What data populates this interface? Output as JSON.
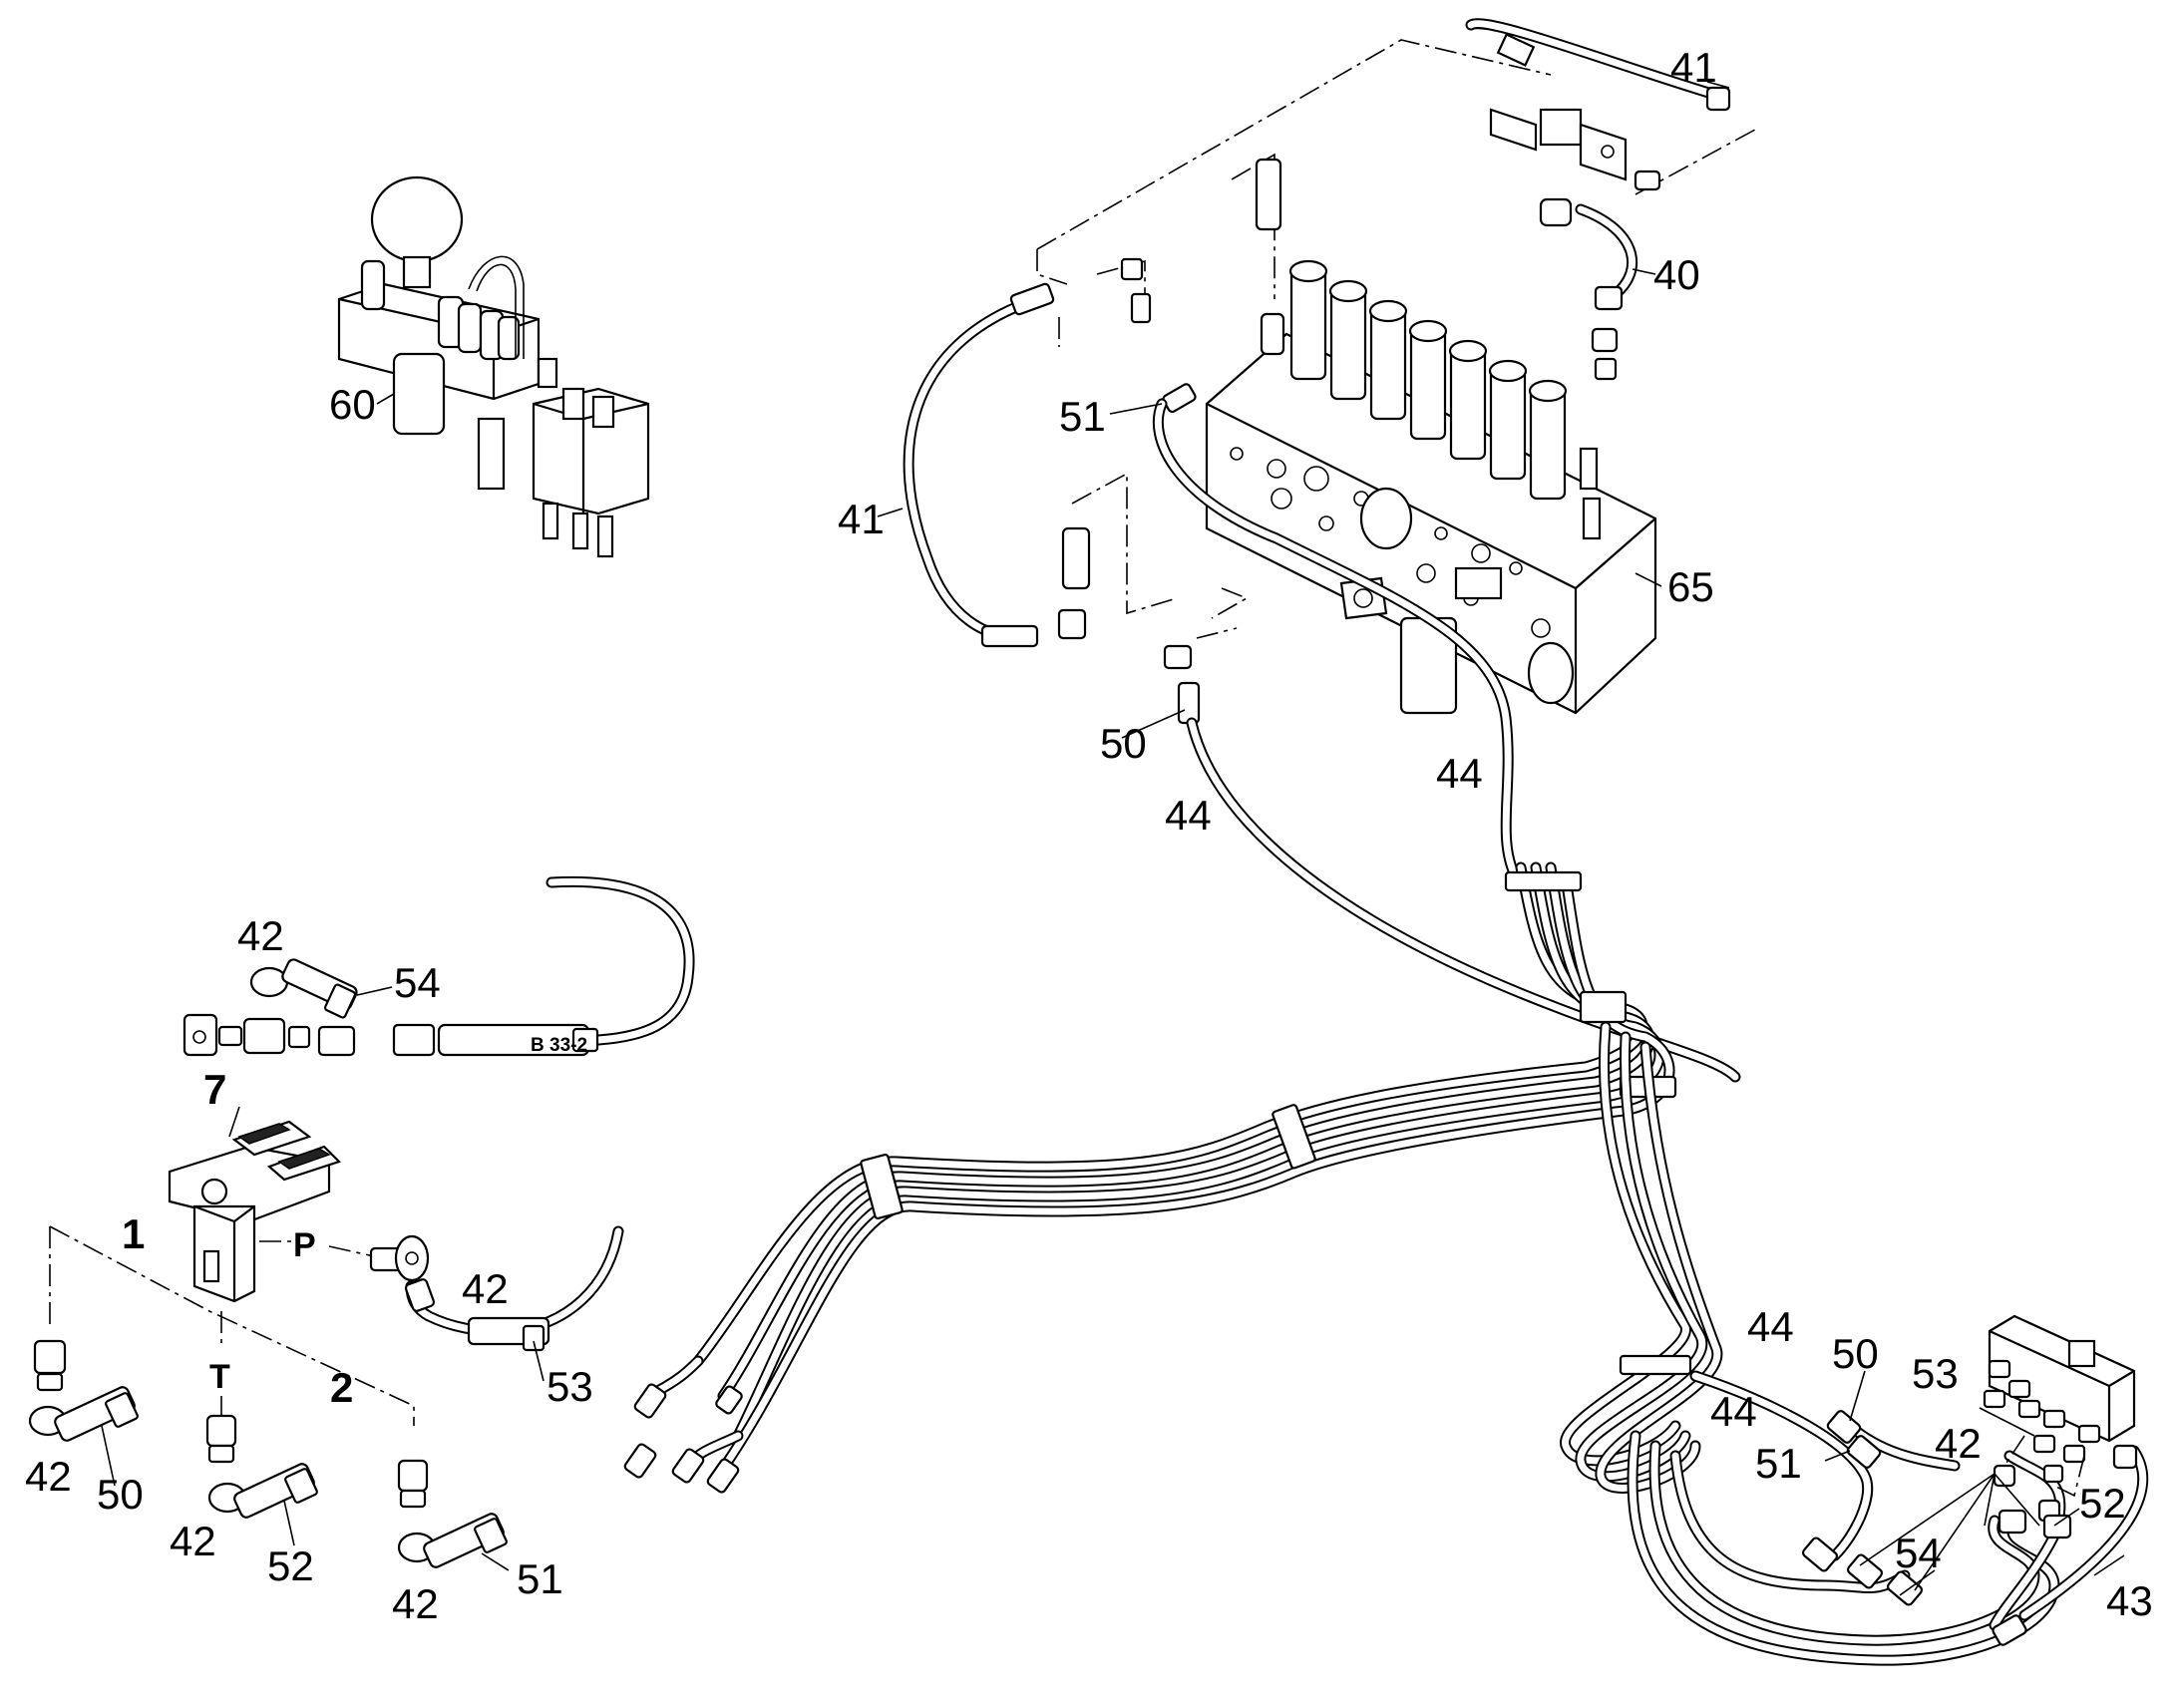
{
  "callouts": [
    {
      "id": "c41a",
      "text": "41"
    },
    {
      "id": "c40",
      "text": "40"
    },
    {
      "id": "c60",
      "text": "60"
    },
    {
      "id": "c51a",
      "text": "51"
    },
    {
      "id": "c41b",
      "text": "41"
    },
    {
      "id": "c65",
      "text": "65"
    },
    {
      "id": "c50a",
      "text": "50"
    },
    {
      "id": "c44a",
      "text": "44"
    },
    {
      "id": "c44b",
      "text": "44"
    },
    {
      "id": "c42a",
      "text": "42"
    },
    {
      "id": "c54a",
      "text": "54"
    },
    {
      "id": "c7",
      "text": "7"
    },
    {
      "id": "c1",
      "text": "1"
    },
    {
      "id": "c42b",
      "text": "42"
    },
    {
      "id": "c53a",
      "text": "53"
    },
    {
      "id": "c2",
      "text": "2"
    },
    {
      "id": "c42c",
      "text": "42"
    },
    {
      "id": "c50b",
      "text": "50"
    },
    {
      "id": "c42d",
      "text": "42"
    },
    {
      "id": "c52a",
      "text": "52"
    },
    {
      "id": "c42e",
      "text": "42"
    },
    {
      "id": "c51b",
      "text": "51"
    },
    {
      "id": "c44c",
      "text": "44"
    },
    {
      "id": "c50c",
      "text": "50"
    },
    {
      "id": "c53b",
      "text": "53"
    },
    {
      "id": "c44d",
      "text": "44"
    },
    {
      "id": "c51c",
      "text": "51"
    },
    {
      "id": "c42f",
      "text": "42"
    },
    {
      "id": "c52b",
      "text": "52"
    },
    {
      "id": "c54b",
      "text": "54"
    },
    {
      "id": "c43",
      "text": "43"
    }
  ],
  "ports": {
    "p": "P",
    "t": "T"
  },
  "sensor_label": "B 33-2"
}
